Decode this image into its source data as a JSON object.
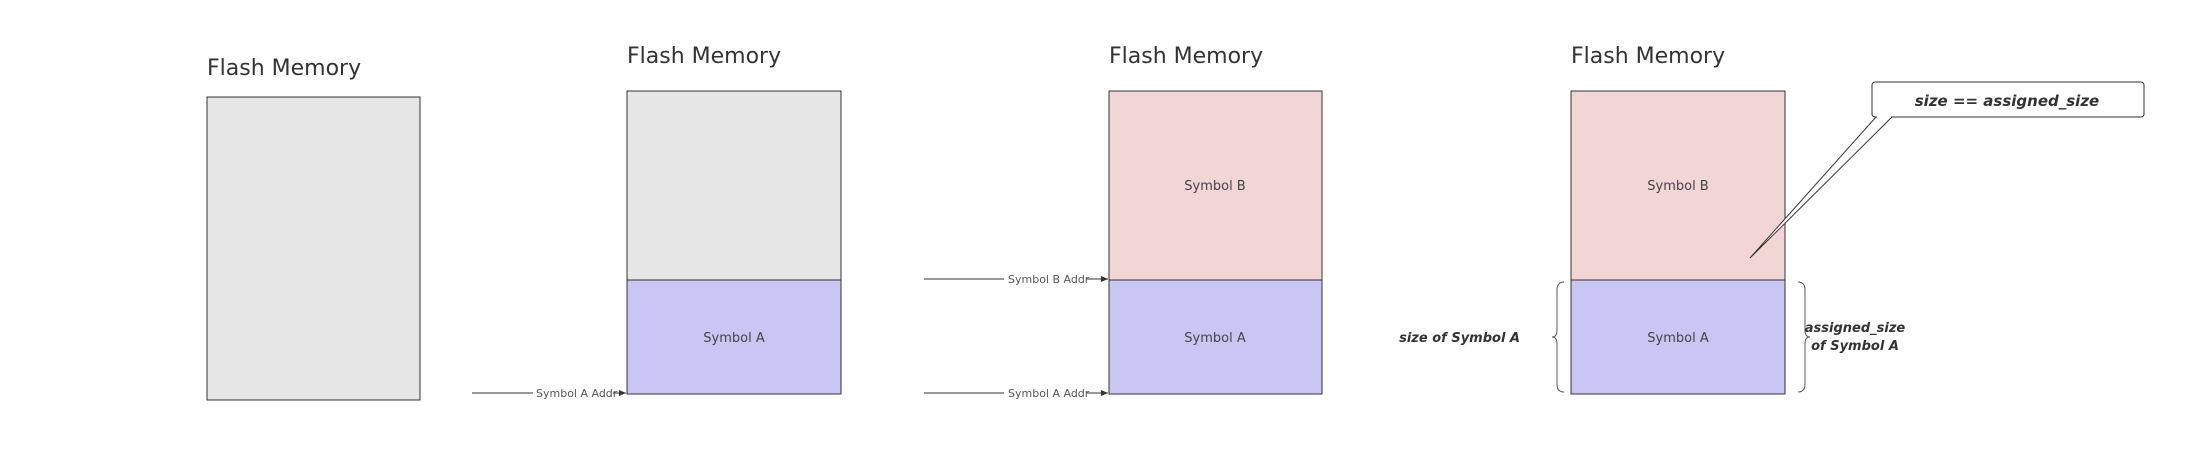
{
  "colors": {
    "empty_fill": "#e6e6e6",
    "symbol_a_fill": "#c8c6f2",
    "symbol_b_fill": "#f2d5d5",
    "stroke": "#333333",
    "arrow": "#333333"
  },
  "panels": [
    {
      "title": "Flash Memory"
    },
    {
      "title": "Flash Memory",
      "segment_a": "Symbol A",
      "addr_a": "Symbol A Addr"
    },
    {
      "title": "Flash Memory",
      "segment_b": "Symbol B",
      "segment_a": "Symbol A",
      "addr_b": "Symbol B Addr",
      "addr_a": "Symbol A Addr"
    },
    {
      "title": "Flash Memory",
      "segment_b": "Symbol B",
      "segment_a": "Symbol A"
    }
  ],
  "annotations": {
    "size_of_a": "size of Symbol A",
    "assigned_size_line1": "assigned_size",
    "assigned_size_line2": "of Symbol A",
    "callout": "size == assigned_size"
  }
}
